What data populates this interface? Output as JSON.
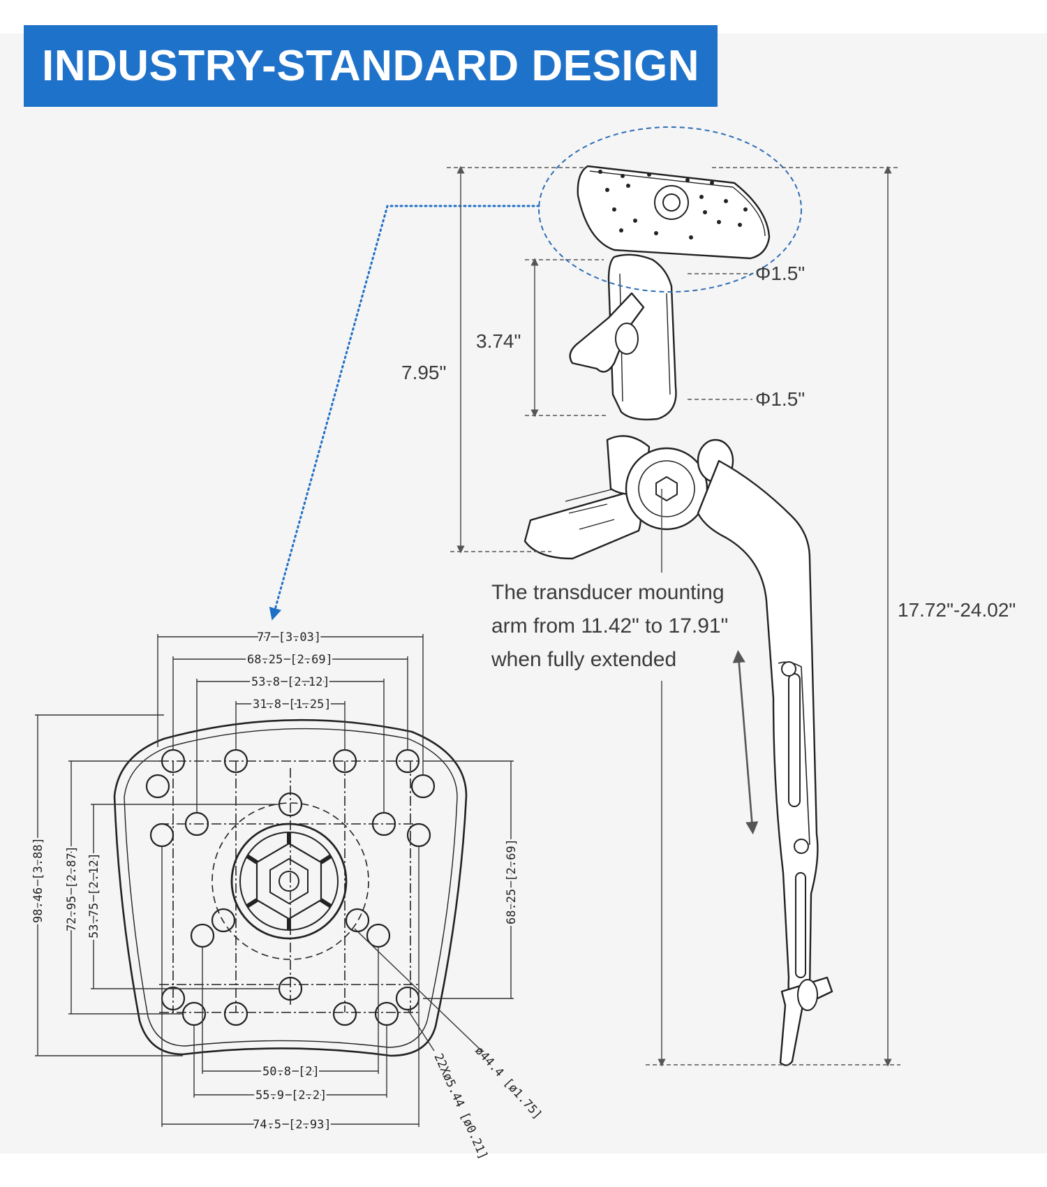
{
  "banner": {
    "title": "INDUSTRY-STANDARD DESIGN"
  },
  "colors": {
    "banner_bg": "#1f72c9",
    "leader_dots": "#1f6fc7",
    "ellipse_dash": "#2d6db6",
    "line": "#222222"
  },
  "mount_dimensions": {
    "ball_top": "Φ1.5\"",
    "ball_bottom": "Φ1.5\"",
    "arm_length": "3.74\"",
    "overall_height": "7.95\"",
    "total_height": "17.72\"-24.02\""
  },
  "extension_note": {
    "line1": "The transducer mounting",
    "line2": "arm from 11.42\" to 17.91\"",
    "line3": "when fully extended"
  },
  "plate_drawing": {
    "top_dims": [
      "77 [3.03]",
      "68.25 [2.69]",
      "53.8 [2.12]",
      "31.8 [1.25]"
    ],
    "left_dims": [
      "98.46 [3.88]",
      "72.95 [2.87]",
      "53.75 [2.12]"
    ],
    "right_dim": "68.25 [2.69]",
    "bottom_dims": [
      "50.8 [2]",
      "55.9 [2.2]",
      "74.5 [2.93]"
    ],
    "hole_callout": "22Xø5.44 [ø0.21]",
    "circle_callout": "ø44.4 [ø1.75]"
  }
}
